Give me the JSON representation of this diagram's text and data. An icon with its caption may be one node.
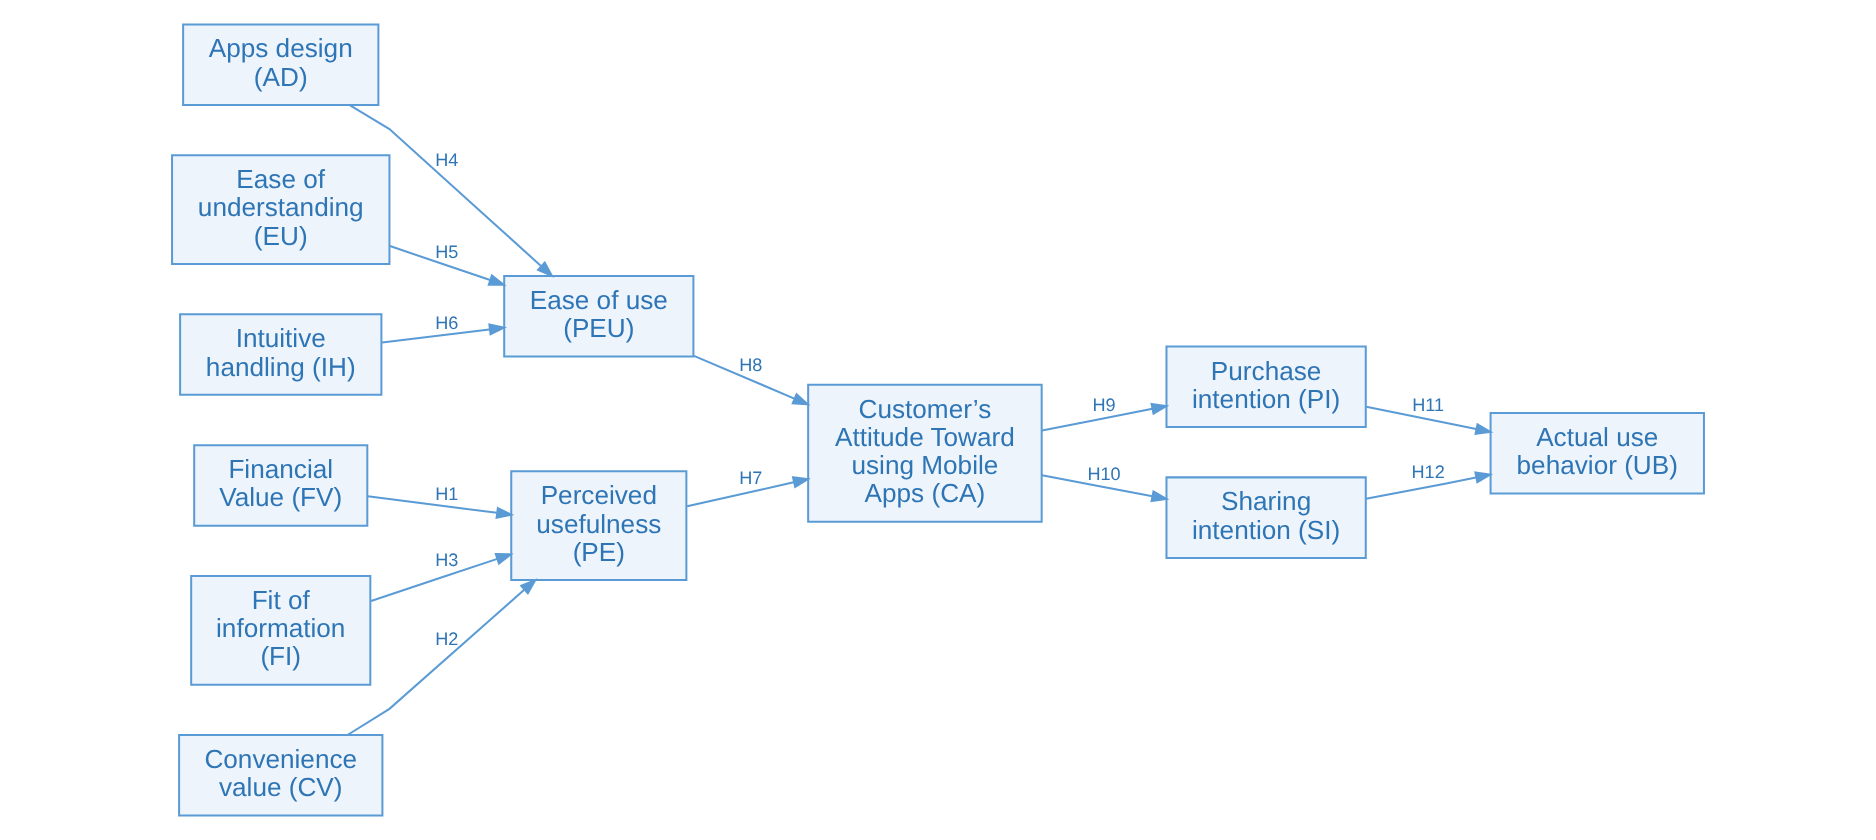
{
  "diagram": {
    "nodes": [
      {
        "text": [
          "Financial Value (FV)"
        ]
      },
      {
        "text": [
          "Convenience value (CV)"
        ]
      },
      {
        "text": [
          "Fit of information (FI)"
        ]
      },
      {
        "text": [
          "Perceived usefulness (PE)"
        ]
      },
      {
        "text": [
          "Apps design (AD)"
        ]
      },
      {
        "text": [
          "Ease of understanding (EU)"
        ]
      },
      {
        "text": [
          "Intuitive handling (IH)"
        ]
      },
      {
        "text": [
          "Ease of use (PEU)"
        ]
      },
      {
        "text": [
          "Customer’s Attitude Toward using Mobile Apps (CA)"
        ]
      },
      {
        "text": [
          "Purchase intention (PI)"
        ]
      },
      {
        "text": [
          "Sharing intention (SI)"
        ]
      },
      {
        "text": [
          "Actual use behavior (UB)"
        ]
      }
    ],
    "edges": [
      {
        "from": 0,
        "to": 3,
        "arrow": "to",
        "label": "H1"
      },
      {
        "from": 1,
        "to": 3,
        "arrow": "to",
        "label": "H2"
      },
      {
        "from": 2,
        "to": 3,
        "arrow": "to",
        "label": "H3"
      },
      {
        "from": 4,
        "to": 7,
        "arrow": "to",
        "label": "H4"
      },
      {
        "from": 5,
        "to": 7,
        "arrow": "to",
        "label": "H5"
      },
      {
        "from": 6,
        "to": 7,
        "arrow": "to",
        "label": "H6"
      },
      {
        "from": 3,
        "to": 8,
        "arrow": "to",
        "label": "H7"
      },
      {
        "from": 7,
        "to": 8,
        "arrow": "to",
        "label": "H8"
      },
      {
        "from": 8,
        "to": 9,
        "arrow": "to",
        "label": "H9"
      },
      {
        "from": 8,
        "to": 10,
        "arrow": "to",
        "label": "H10"
      },
      {
        "from": 9,
        "to": 11,
        "arrow": "to",
        "label": "H11"
      },
      {
        "from": 10,
        "to": 11,
        "arrow": "to",
        "label": "H12"
      }
    ]
  }
}
